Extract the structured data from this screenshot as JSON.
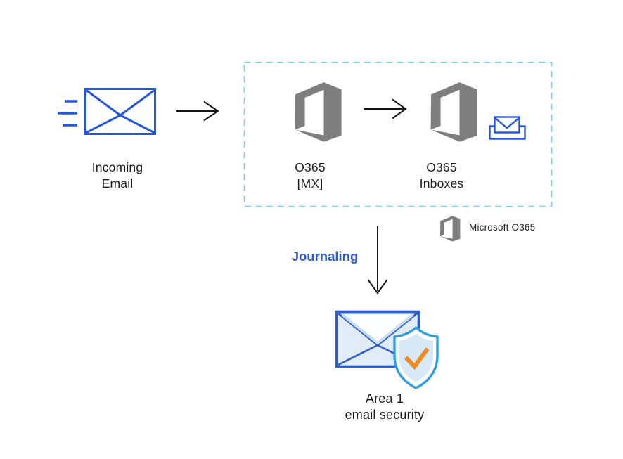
{
  "diagram": {
    "nodes": {
      "incoming_email": {
        "line1": "Incoming",
        "line2": "Email",
        "icon": "envelope-speed-icon"
      },
      "o365_mx": {
        "line1": "O365",
        "line2": "[MX]",
        "icon": "office-logo-icon"
      },
      "o365_inboxes": {
        "line1": "O365",
        "line2": "Inboxes",
        "icon": "office-logo-icon",
        "badge_icon": "inbox-envelope-icon"
      },
      "area1": {
        "line1": "Area 1",
        "line2": "email security",
        "icon": "envelope-shield-check-icon"
      }
    },
    "flow_label": {
      "text": "Journaling"
    },
    "legend": {
      "text": "Microsoft O365",
      "icon": "office-logo-icon"
    },
    "colors": {
      "envelope_blue": "#2456DC",
      "light_blue_fill": "#E1ECF8",
      "flap_band_blue": "#CBDFF2",
      "shield_blue": "#2E9FE0",
      "shield_fill": "#D8E9F7",
      "check_orange": "#F08A21",
      "logo_gray": "#7E7E7E",
      "dashed_border_teal": "#7CD1DB",
      "journaling_blue": "#2F5BD4",
      "arrow_black": "#141414",
      "text_black": "#1B1B1B"
    }
  }
}
